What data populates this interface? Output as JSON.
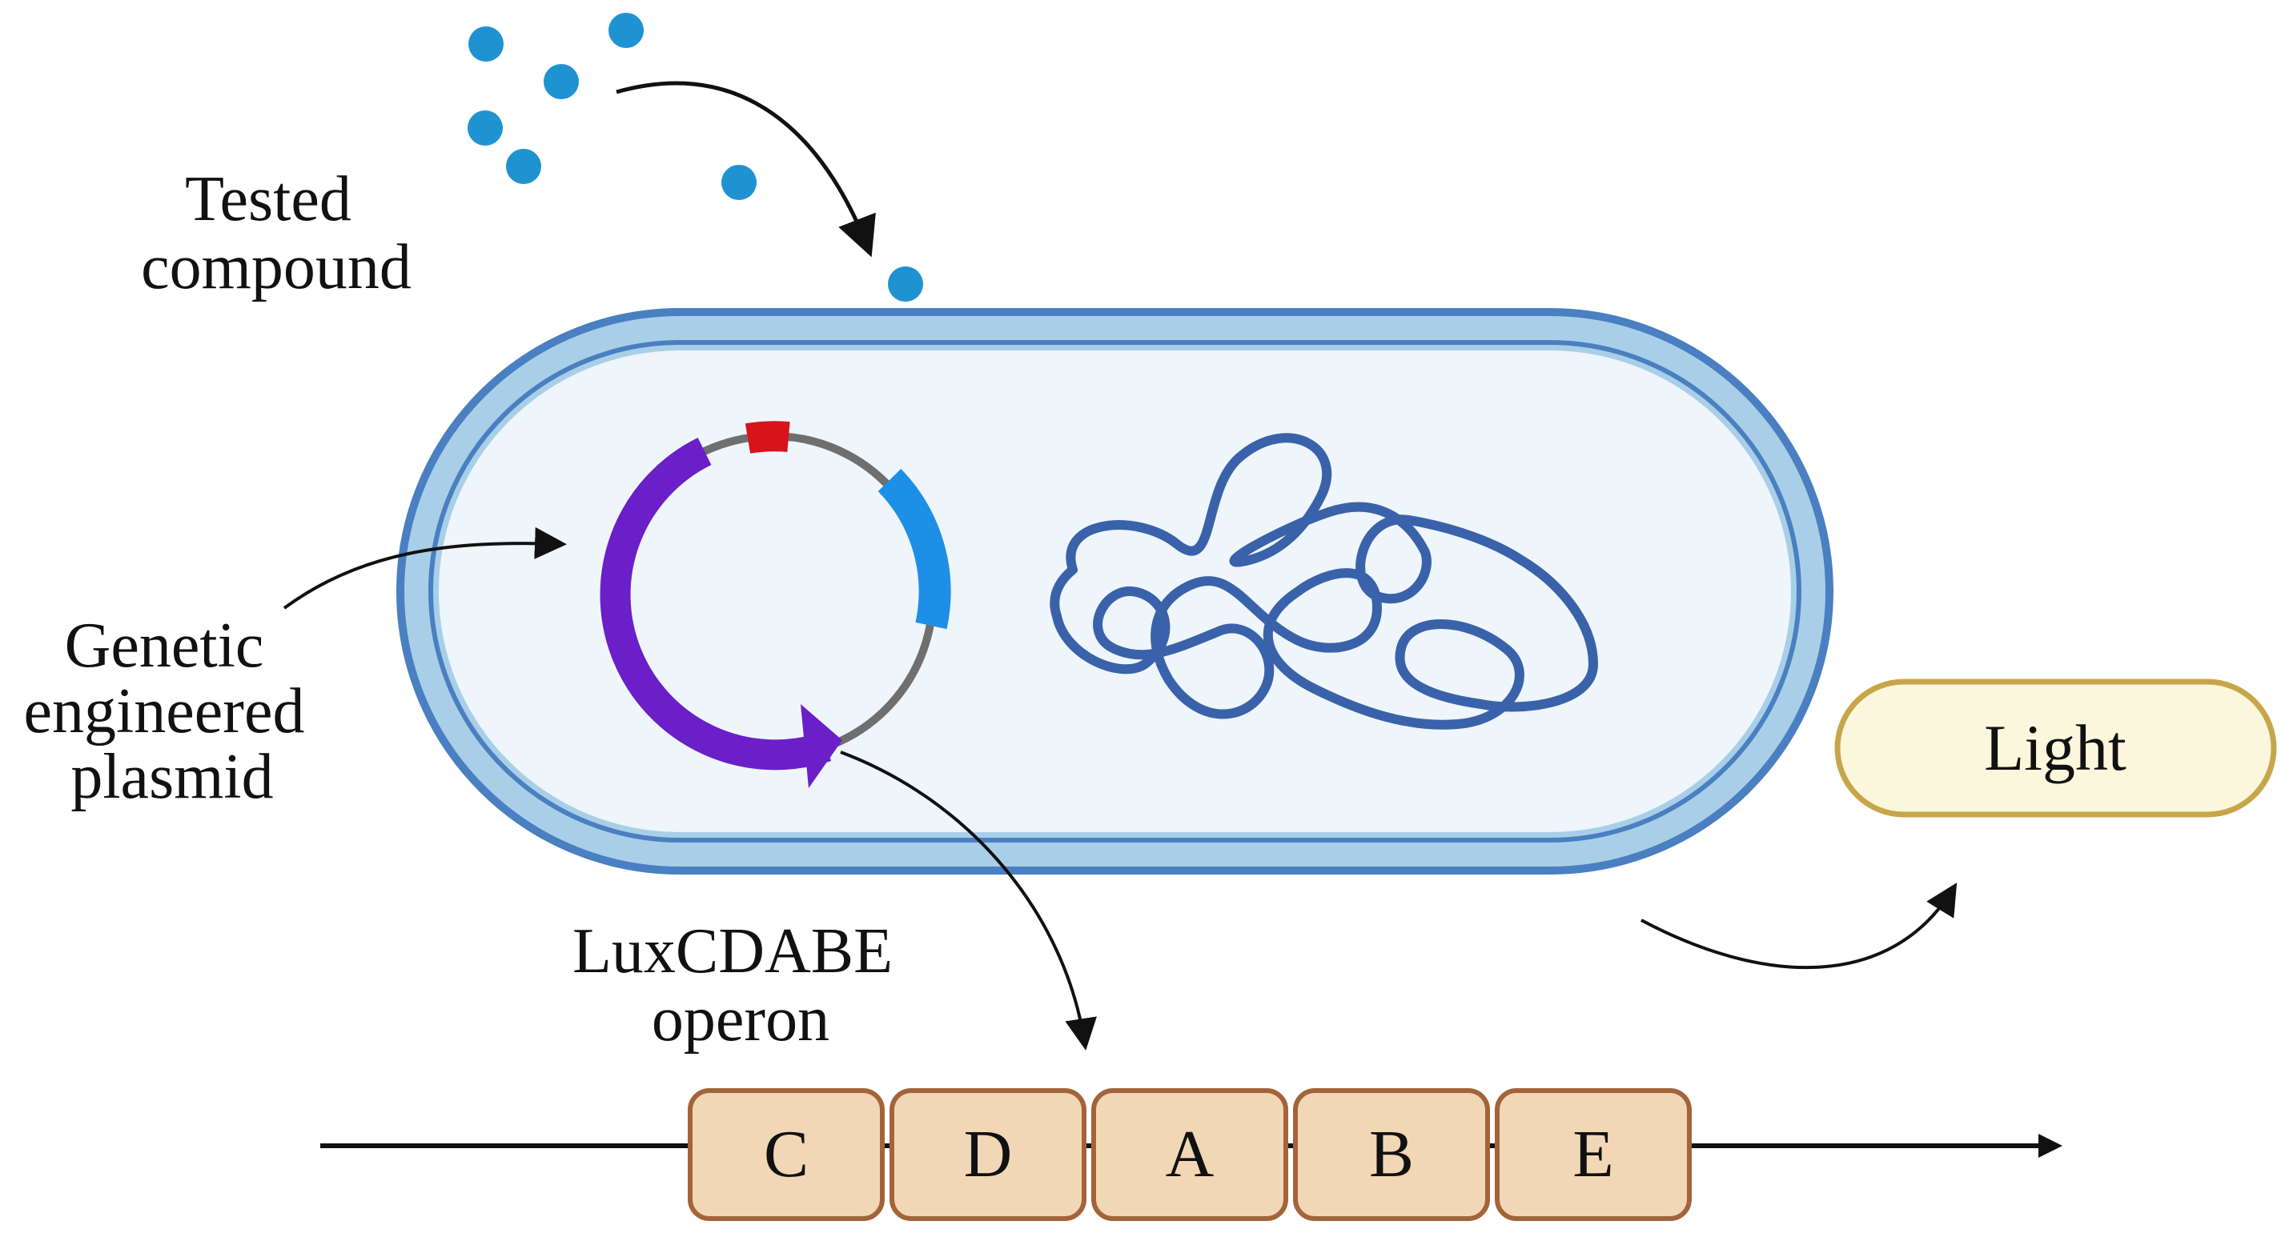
{
  "labels": {
    "tested_compound": [
      "Tested",
      "compound"
    ],
    "plasmid": [
      "Genetic",
      "engineered",
      "plasmid"
    ],
    "operon": [
      "LuxCDABE",
      "operon"
    ],
    "output": "Light"
  },
  "operon_genes": [
    "C",
    "D",
    "A",
    "B",
    "E"
  ],
  "colors": {
    "compound_molecule": "#1f93d2",
    "cell_membrane": "#4a7fc1",
    "cell_inner": "#a9cfe8",
    "cytoplasm": "#eef5fb",
    "plasmid_backbone": "#6f6f6f",
    "plasmid_lux_gene": "#6a1fc8",
    "plasmid_promoter": "#d7141b",
    "plasmid_marker": "#1e8fe6",
    "chromosome": "#3a62aa",
    "gene_box_fill": "#f2d7b6",
    "gene_box_stroke": "#a3643a",
    "light_fill": "#fbf7dc",
    "light_stroke": "#c7a64a"
  }
}
